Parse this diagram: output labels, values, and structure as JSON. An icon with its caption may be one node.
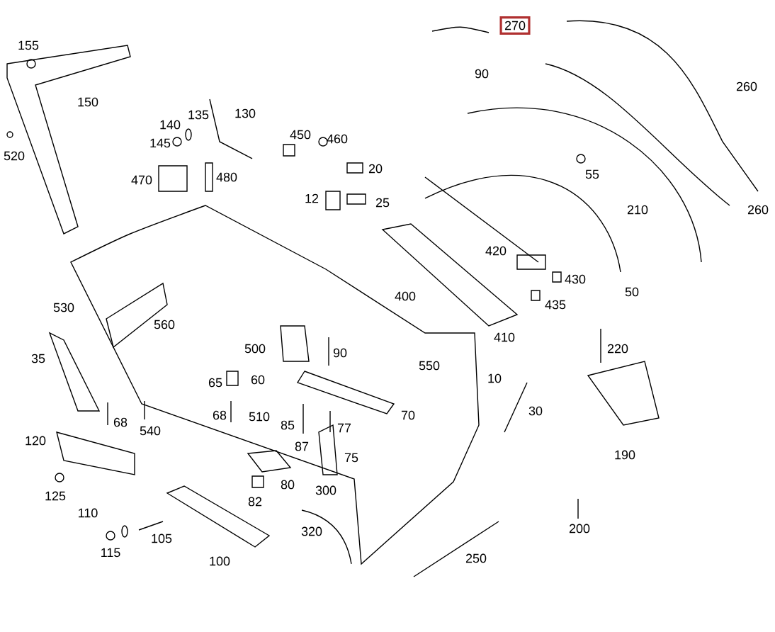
{
  "diagram": {
    "nodes": [
      {
        "text": [
          "270"
        ]
      }
    ],
    "labels": [
      "155",
      "90",
      "260",
      "150",
      "130",
      "135",
      "140",
      "450",
      "460",
      "145",
      "520",
      "20",
      "55",
      "480",
      "470",
      "12",
      "25",
      "260",
      "210",
      "420",
      "430",
      "50",
      "400",
      "435",
      "530",
      "560",
      "410",
      "500",
      "220",
      "90",
      "35",
      "550",
      "10",
      "60",
      "65",
      "30",
      "68",
      "70",
      "510",
      "68",
      "85",
      "77",
      "540",
      "120",
      "87",
      "190",
      "75",
      "80",
      "300",
      "125",
      "82",
      "110",
      "200",
      "320",
      "105",
      "115",
      "250",
      "100"
    ]
  }
}
